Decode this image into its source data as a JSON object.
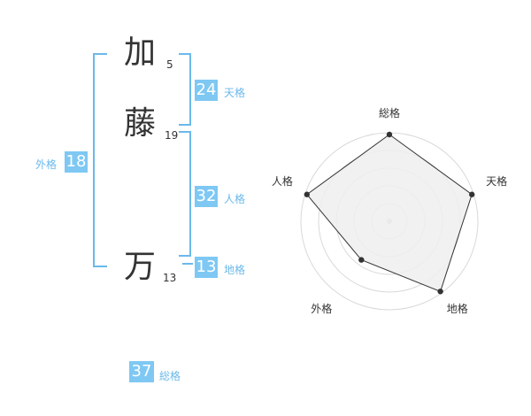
{
  "name": {
    "chars": [
      {
        "char": "加",
        "strokes": "5"
      },
      {
        "char": "藤",
        "strokes": "19"
      },
      {
        "char": "万",
        "strokes": "13"
      }
    ]
  },
  "scores": {
    "tenkaku": {
      "value": "24",
      "label": "天格"
    },
    "jinkaku": {
      "value": "32",
      "label": "人格"
    },
    "chikaku": {
      "value": "13",
      "label": "地格"
    },
    "gaikaku": {
      "value": "18",
      "label": "外格"
    },
    "soukaku": {
      "value": "37",
      "label": "総格"
    }
  },
  "chart_data": {
    "type": "radar",
    "axes": [
      "総格",
      "天格",
      "地格",
      "外格",
      "人格"
    ],
    "values": [
      1.0,
      1.0,
      1.0,
      0.55,
      1.0
    ],
    "grid_rings": 5
  },
  "colors": {
    "accent": "#7ec8f3",
    "bracket": "#6bb9ea",
    "radar_fill": "#efefef",
    "radar_line": "#333333"
  }
}
